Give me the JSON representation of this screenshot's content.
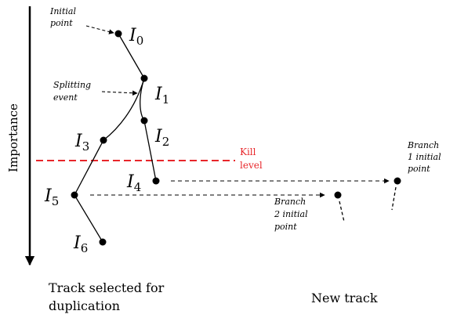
{
  "axis": {
    "label": "Importance"
  },
  "nodes": [
    {
      "id": "I0",
      "letter": "I",
      "sub": "0"
    },
    {
      "id": "I1",
      "letter": "I",
      "sub": "1"
    },
    {
      "id": "I2",
      "letter": "I",
      "sub": "2"
    },
    {
      "id": "I3",
      "letter": "I",
      "sub": "3"
    },
    {
      "id": "I4",
      "letter": "I",
      "sub": "4"
    },
    {
      "id": "I5",
      "letter": "I",
      "sub": "5"
    },
    {
      "id": "I6",
      "letter": "I",
      "sub": "6"
    }
  ],
  "annotations": {
    "initial_point": [
      "Initial",
      "point"
    ],
    "splitting_event": [
      "Splitting",
      "event"
    ],
    "kill_level": [
      "Kill",
      "level"
    ],
    "branch1": [
      "Branch",
      "1 initial",
      "point"
    ],
    "branch2": [
      "Branch",
      "2 initial",
      "point"
    ]
  },
  "captions": {
    "left": [
      "Track selected for",
      "duplication"
    ],
    "right": "New track"
  },
  "colors": {
    "kill": "#e8262a",
    "ink": "#000000"
  }
}
